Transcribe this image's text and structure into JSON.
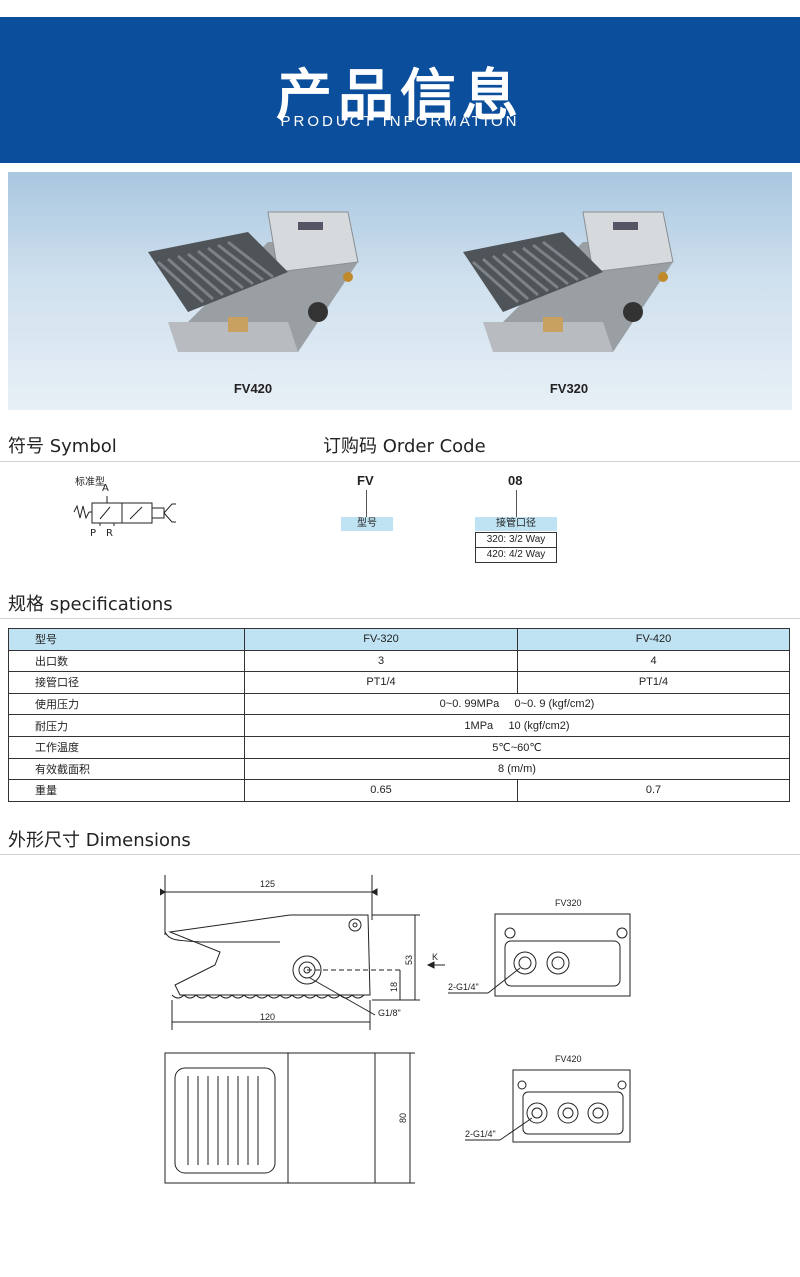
{
  "header": {
    "title": "产品信息",
    "subtitle": "PRODUCT INFORMATION"
  },
  "products": [
    {
      "label": "FV420"
    },
    {
      "label": "FV320"
    }
  ],
  "sections": {
    "symbol": "符号 Symbol",
    "order_code": "订购码 Order Code",
    "specifications": "规格 specifications",
    "dimensions": "外形尺寸 Dimensions"
  },
  "symbol": {
    "caption": "标准型",
    "port_a": "A",
    "port_p": "P",
    "port_r": "R"
  },
  "order_code": {
    "part1_code": "FV",
    "part1_label": "型号",
    "part2_code": "08",
    "part2_label": "接管口径",
    "options": [
      "320: 3/2 Way",
      "420: 4/2 Way"
    ]
  },
  "spec_table": {
    "headers": [
      "型号",
      "FV-320",
      "FV-420"
    ],
    "rows": [
      {
        "label": "出口数",
        "v1": "3",
        "v2": "4"
      },
      {
        "label": "接管口径",
        "v1": "PT1/4",
        "v2": "PT1/4"
      },
      {
        "label": "使用压力",
        "span": "0~0. 99MPa     0~0. 9 (kgf/cm2)"
      },
      {
        "label": "耐压力",
        "span": "1MPa     10 (kgf/cm2)"
      },
      {
        "label": "工作温度",
        "span": "5℃~60℃"
      },
      {
        "label": "有效截面积",
        "span": "8 (m/m)"
      },
      {
        "label": "重量",
        "v1": "0.65",
        "v2": "0.7"
      }
    ]
  },
  "dimensions": {
    "side_width": "125",
    "side_height": "53",
    "base_length": "120",
    "port_height": "18",
    "port_thread": "G1/8\"",
    "view_arrow": "K",
    "plan_depth": "80",
    "fv320_title": "FV320",
    "fv320_ports": "2-G1/4\"",
    "fv420_title": "FV420",
    "fv420_ports": "2-G1/4\""
  }
}
